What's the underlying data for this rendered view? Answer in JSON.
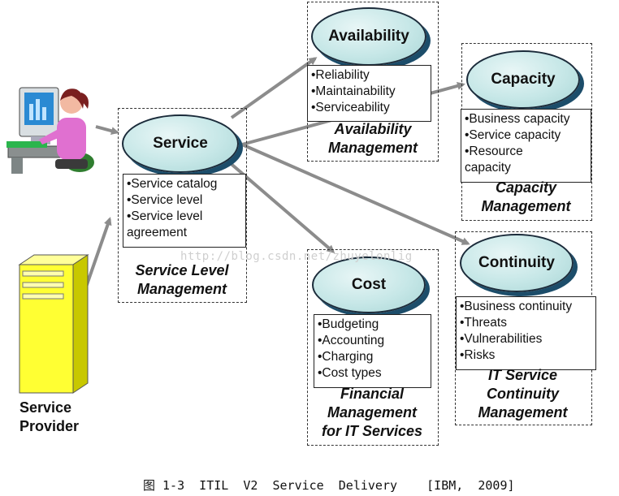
{
  "actor": {
    "label_line1": "Service",
    "label_line2": "Provider"
  },
  "service_level": {
    "ellipse": "Service",
    "items": [
      "•Service catalog",
      "•Service level",
      "•Service level",
      "agreement"
    ],
    "caption_line1": "Service Level",
    "caption_line2": "Management"
  },
  "availability": {
    "ellipse": "Availability",
    "items": [
      "•Reliability",
      "•Maintainability",
      "•Serviceability"
    ],
    "caption_line1": "Availability",
    "caption_line2": "Management"
  },
  "capacity": {
    "ellipse": "Capacity",
    "items": [
      "•Business capacity",
      "•Service capacity",
      "•Resource",
      "capacity"
    ],
    "caption_line1": "Capacity",
    "caption_line2": "Management"
  },
  "cost": {
    "ellipse": "Cost",
    "items": [
      "•Budgeting",
      "•Accounting",
      "•Charging",
      "•Cost types"
    ],
    "caption_line1": "Financial",
    "caption_line2": "Management",
    "caption_line3": "for IT Services"
  },
  "continuity": {
    "ellipse": "Continuity",
    "items": [
      "•Business continuity",
      "•Threats",
      "•Vulnerabilities",
      "•Risks"
    ],
    "caption_line1": "IT Service",
    "caption_line2": "Continuity",
    "caption_line3": "Management"
  },
  "watermark": "http://blog.csdn.net/zhuyelonlig",
  "figure_caption": "图 1-3  ITIL  V2  Service  Delivery    [IBM,  2009]",
  "colors": {
    "ellipse_fill": "#c6e7e7",
    "arrow": "#8c8c8c",
    "server": "#ffff33"
  },
  "icons": [
    "user-at-computer-icon",
    "server-tower-icon"
  ]
}
